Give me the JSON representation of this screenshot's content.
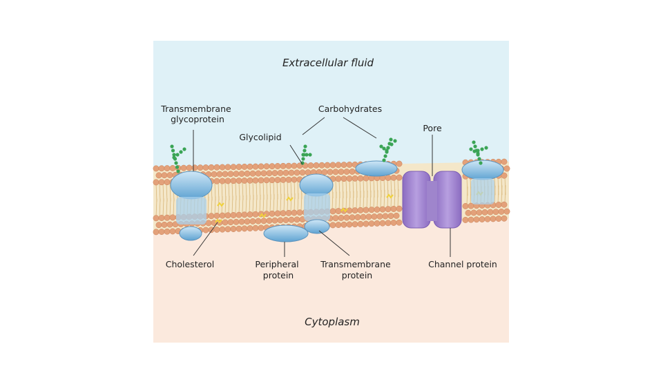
{
  "diagram": {
    "regions": {
      "top": "Extracellular fluid",
      "bottom": "Cytoplasm"
    },
    "labels": {
      "transmembrane_glycoprotein": [
        "Transmembrane",
        "glycoprotein"
      ],
      "carbohydrates": "Carbohydrates",
      "glycolipid": "Glycolipid",
      "pore": "Pore",
      "cholesterol": "Cholesterol",
      "peripheral_protein": [
        "Peripheral",
        "protein"
      ],
      "transmembrane_protein": [
        "Transmembrane",
        "protein"
      ],
      "channel_protein": "Channel protein"
    },
    "colors": {
      "extracellular": "#dff1f7",
      "cytoplasm": "#fbe9dd",
      "phospholipid_head": "#e3a17a",
      "protein_blue": "#8fc3e6",
      "channel_purple": "#a58bd0",
      "carbohydrate_green": "#3aa455",
      "cholesterol_yellow": "#f0d23a"
    }
  }
}
